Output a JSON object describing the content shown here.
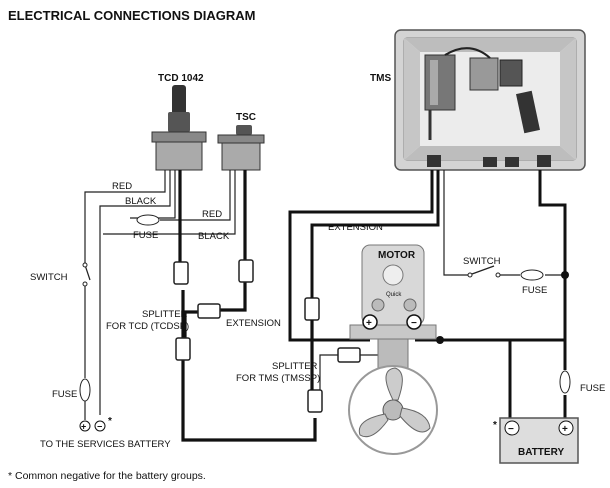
{
  "title": "ELECTRICAL CONNECTIONS DIAGRAM",
  "components": {
    "tcd": "TCD 1042",
    "tsc": "TSC",
    "tms": "TMS",
    "motor": "MOTOR",
    "battery": "BATTERY"
  },
  "wire_labels": {
    "red_1": "RED",
    "black_1": "BLACK",
    "red_2": "RED",
    "black_2": "BLACK",
    "extension_top": "EXTENSION",
    "extension_mid": "EXTENSION"
  },
  "fuses": {
    "fuse_top": "FUSE",
    "fuse_left": "FUSE",
    "fuse_right_top": "FUSE",
    "fuse_right": "FUSE"
  },
  "switches": {
    "switch_left": "SWITCH",
    "switch_right": "SWITCH"
  },
  "splitters": {
    "tcd_line1": "SPLITTER",
    "tcd_line2": "FOR TCD (TCDSP)",
    "tms_line1": "SPLITTER",
    "tms_line2": "FOR TMS (TMSSP)"
  },
  "terminals": {
    "plus": "+",
    "minus": "−",
    "asterisk": "*"
  },
  "services_battery": "TO THE SERVICES BATTERY",
  "footnote": "* Common negative for the battery groups.",
  "motor_brand": "Quick"
}
